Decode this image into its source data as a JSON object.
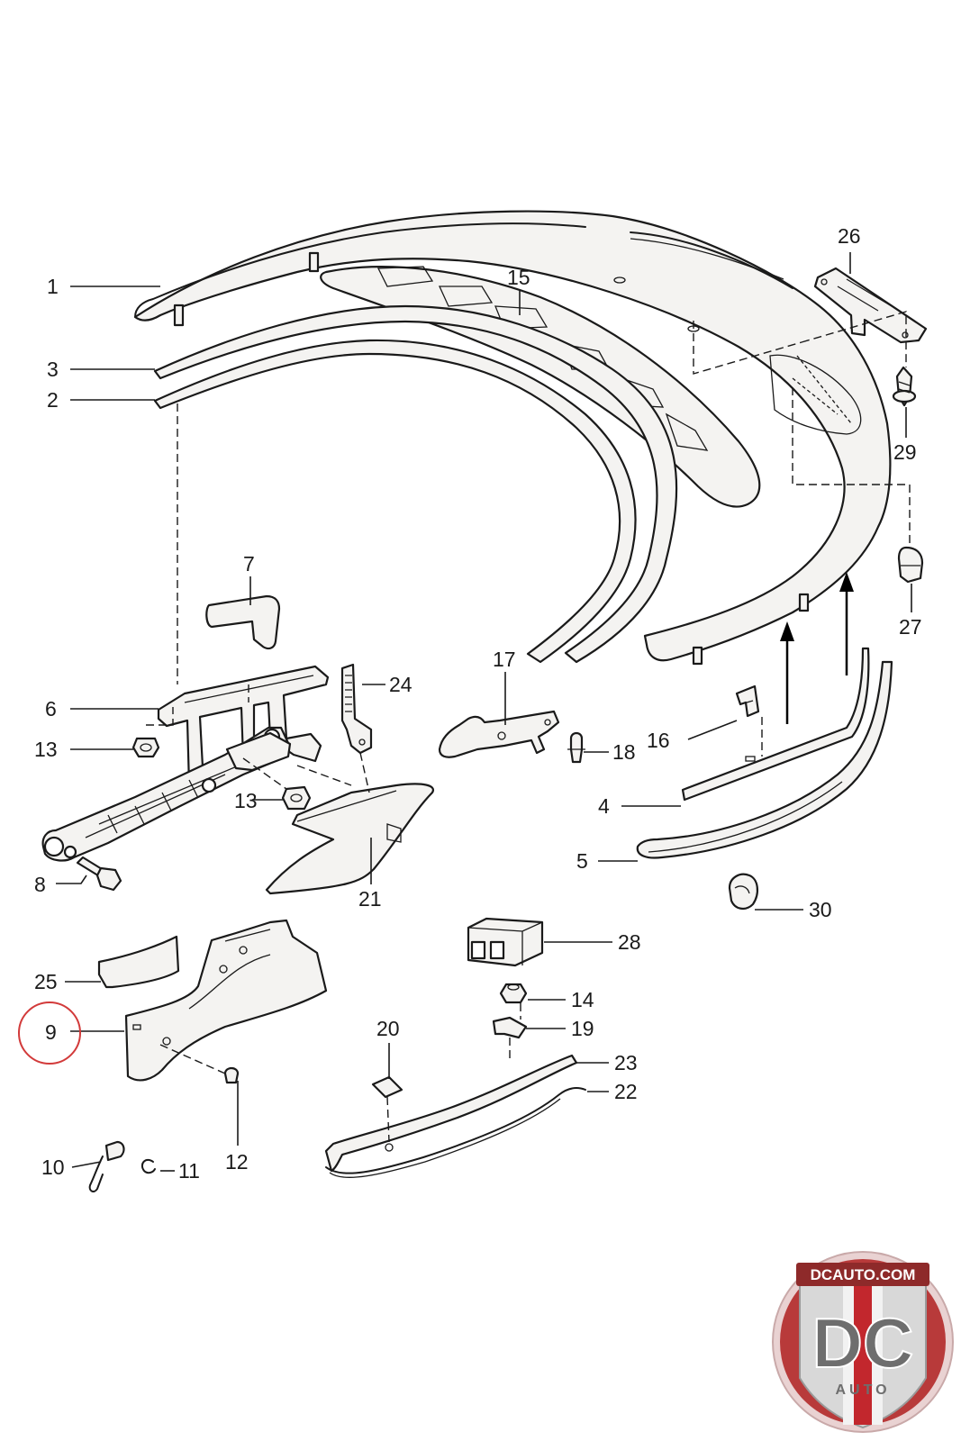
{
  "callouts": [
    {
      "id": "c1",
      "number": "1"
    },
    {
      "id": "c2",
      "number": "2"
    },
    {
      "id": "c3",
      "number": "3"
    },
    {
      "id": "c4",
      "number": "4"
    },
    {
      "id": "c5",
      "number": "5"
    },
    {
      "id": "c6",
      "number": "6"
    },
    {
      "id": "c7",
      "number": "7"
    },
    {
      "id": "c8",
      "number": "8"
    },
    {
      "id": "c9",
      "number": "9"
    },
    {
      "id": "c10",
      "number": "10"
    },
    {
      "id": "c11",
      "number": "11"
    },
    {
      "id": "c12",
      "number": "12"
    },
    {
      "id": "c13a",
      "number": "13"
    },
    {
      "id": "c13b",
      "number": "13"
    },
    {
      "id": "c14",
      "number": "14"
    },
    {
      "id": "c15",
      "number": "15"
    },
    {
      "id": "c16",
      "number": "16"
    },
    {
      "id": "c17",
      "number": "17"
    },
    {
      "id": "c18",
      "number": "18"
    },
    {
      "id": "c19",
      "number": "19"
    },
    {
      "id": "c20",
      "number": "20"
    },
    {
      "id": "c21",
      "number": "21"
    },
    {
      "id": "c22",
      "number": "22"
    },
    {
      "id": "c23",
      "number": "23"
    },
    {
      "id": "c24",
      "number": "24"
    },
    {
      "id": "c25",
      "number": "25"
    },
    {
      "id": "c26",
      "number": "26"
    },
    {
      "id": "c27",
      "number": "27"
    },
    {
      "id": "c28",
      "number": "28"
    },
    {
      "id": "c29",
      "number": "29"
    },
    {
      "id": "c30",
      "number": "30"
    }
  ],
  "highlighted_callout": "9",
  "highlight_color": "#d23a3a",
  "line_color": "#1a1a1a",
  "logo": {
    "domain_text": "DCAUTO.COM",
    "monogram": "DC",
    "subtext": "AUTO",
    "colors": {
      "ring": "#e9d2d2",
      "body": "#b83a3a",
      "stripe_red": "#c2272d",
      "letters": "#6e6e6e"
    }
  }
}
